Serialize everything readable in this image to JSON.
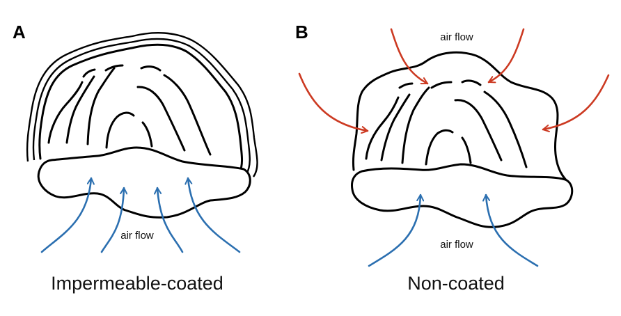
{
  "panels": [
    {
      "letter": "A",
      "caption": "Impermeable-coated",
      "bottom_flow_label": "air flow",
      "top_flow_label": ""
    },
    {
      "letter": "B",
      "caption": "Non-coated",
      "bottom_flow_label": "air flow",
      "top_flow_label": "air flow"
    }
  ],
  "colors": {
    "bottom_arrows": "#2b6fb0",
    "side_arrows": "#cc3a22",
    "outline": "#000000"
  }
}
